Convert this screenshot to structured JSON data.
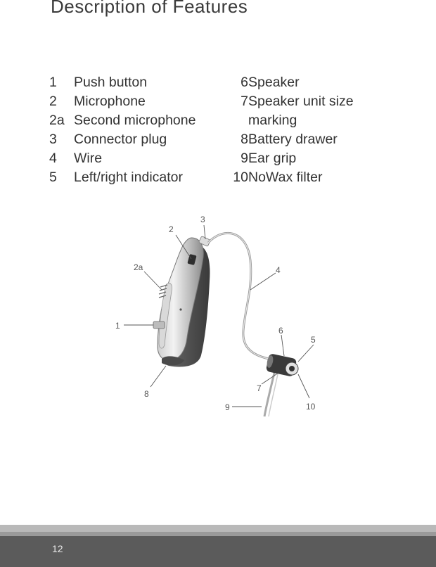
{
  "title": "Description of Features",
  "legend_left": [
    {
      "num": "1",
      "label": "Push button"
    },
    {
      "num": "2",
      "label": "Microphone"
    },
    {
      "num": "2a",
      "label": "Second microphone"
    },
    {
      "num": "3",
      "label": "Connector plug"
    },
    {
      "num": "4",
      "label": "Wire"
    },
    {
      "num": "5",
      "label": "Left/right indicator"
    }
  ],
  "legend_right": [
    {
      "num": "6",
      "label": "Speaker"
    },
    {
      "num": "7",
      "label": "Speaker unit size marking"
    },
    {
      "num": "8",
      "label": "Battery drawer"
    },
    {
      "num": "9",
      "label": "Ear grip"
    },
    {
      "num": "10",
      "label": "NoWax filter"
    }
  ],
  "callouts": {
    "c1": "1",
    "c2": "2",
    "c2a": "2a",
    "c3": "3",
    "c4": "4",
    "c5": "5",
    "c6": "6",
    "c7": "7",
    "c8": "8",
    "c9": "9",
    "c10": "10"
  },
  "page_number": "12"
}
